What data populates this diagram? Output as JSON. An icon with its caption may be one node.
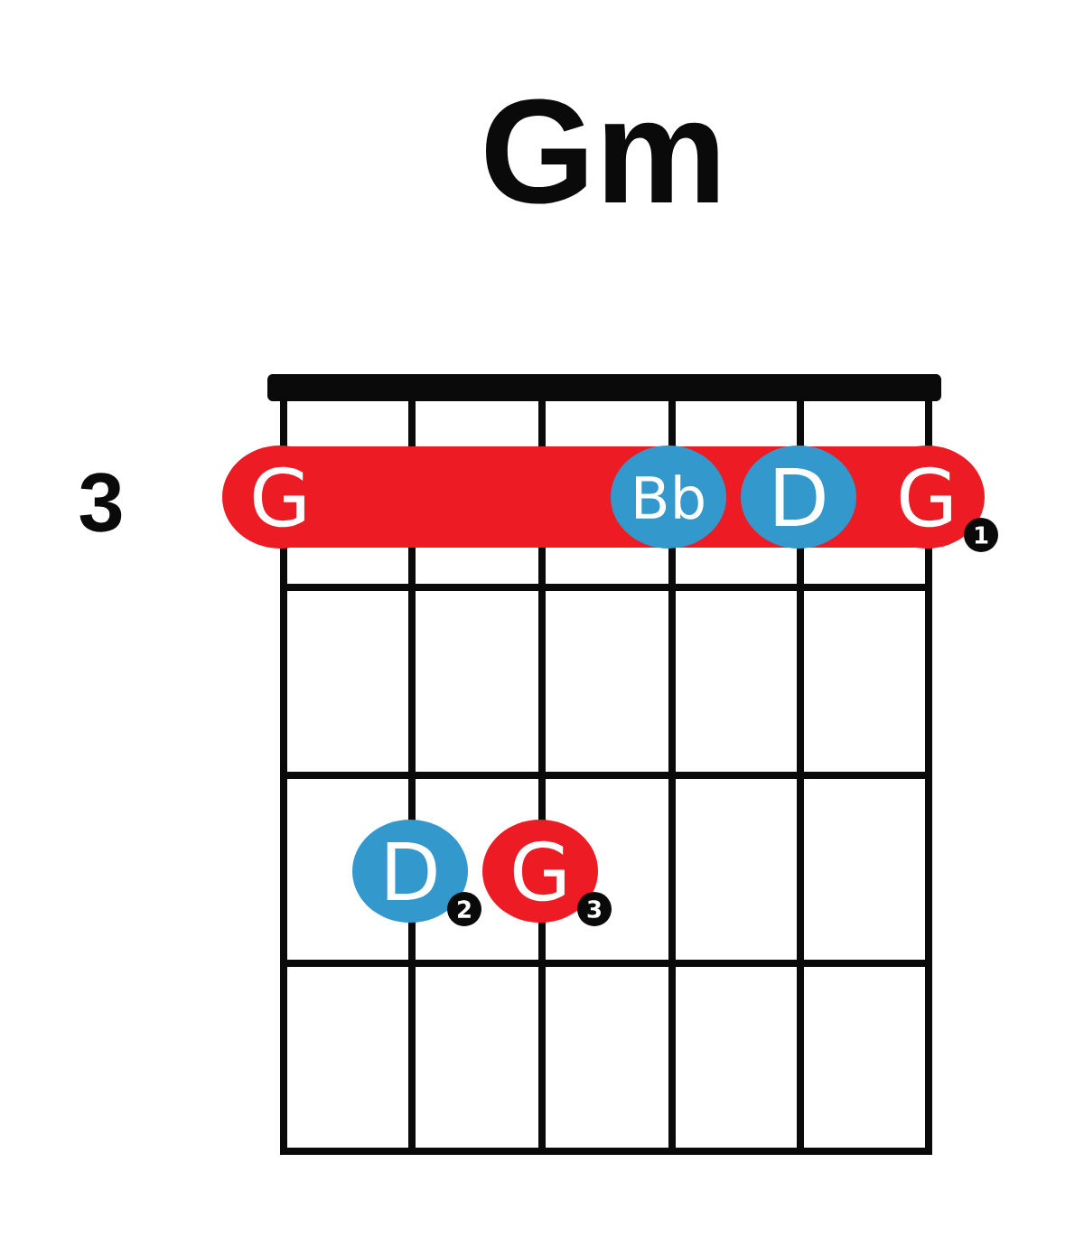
{
  "diagram": {
    "title": "Gm",
    "nodes": [
      {
        "text": [
          "G"
        ]
      },
      {
        "text": [
          "Bb"
        ]
      },
      {
        "text": [
          "D"
        ]
      },
      {
        "text": [
          "G"
        ],
        "beside": [
          "1"
        ]
      },
      {
        "text": [
          "D"
        ],
        "beside": [
          "2"
        ]
      },
      {
        "text": [
          "G"
        ],
        "beside": [
          "3"
        ]
      }
    ],
    "labels": [
      "3"
    ]
  }
}
